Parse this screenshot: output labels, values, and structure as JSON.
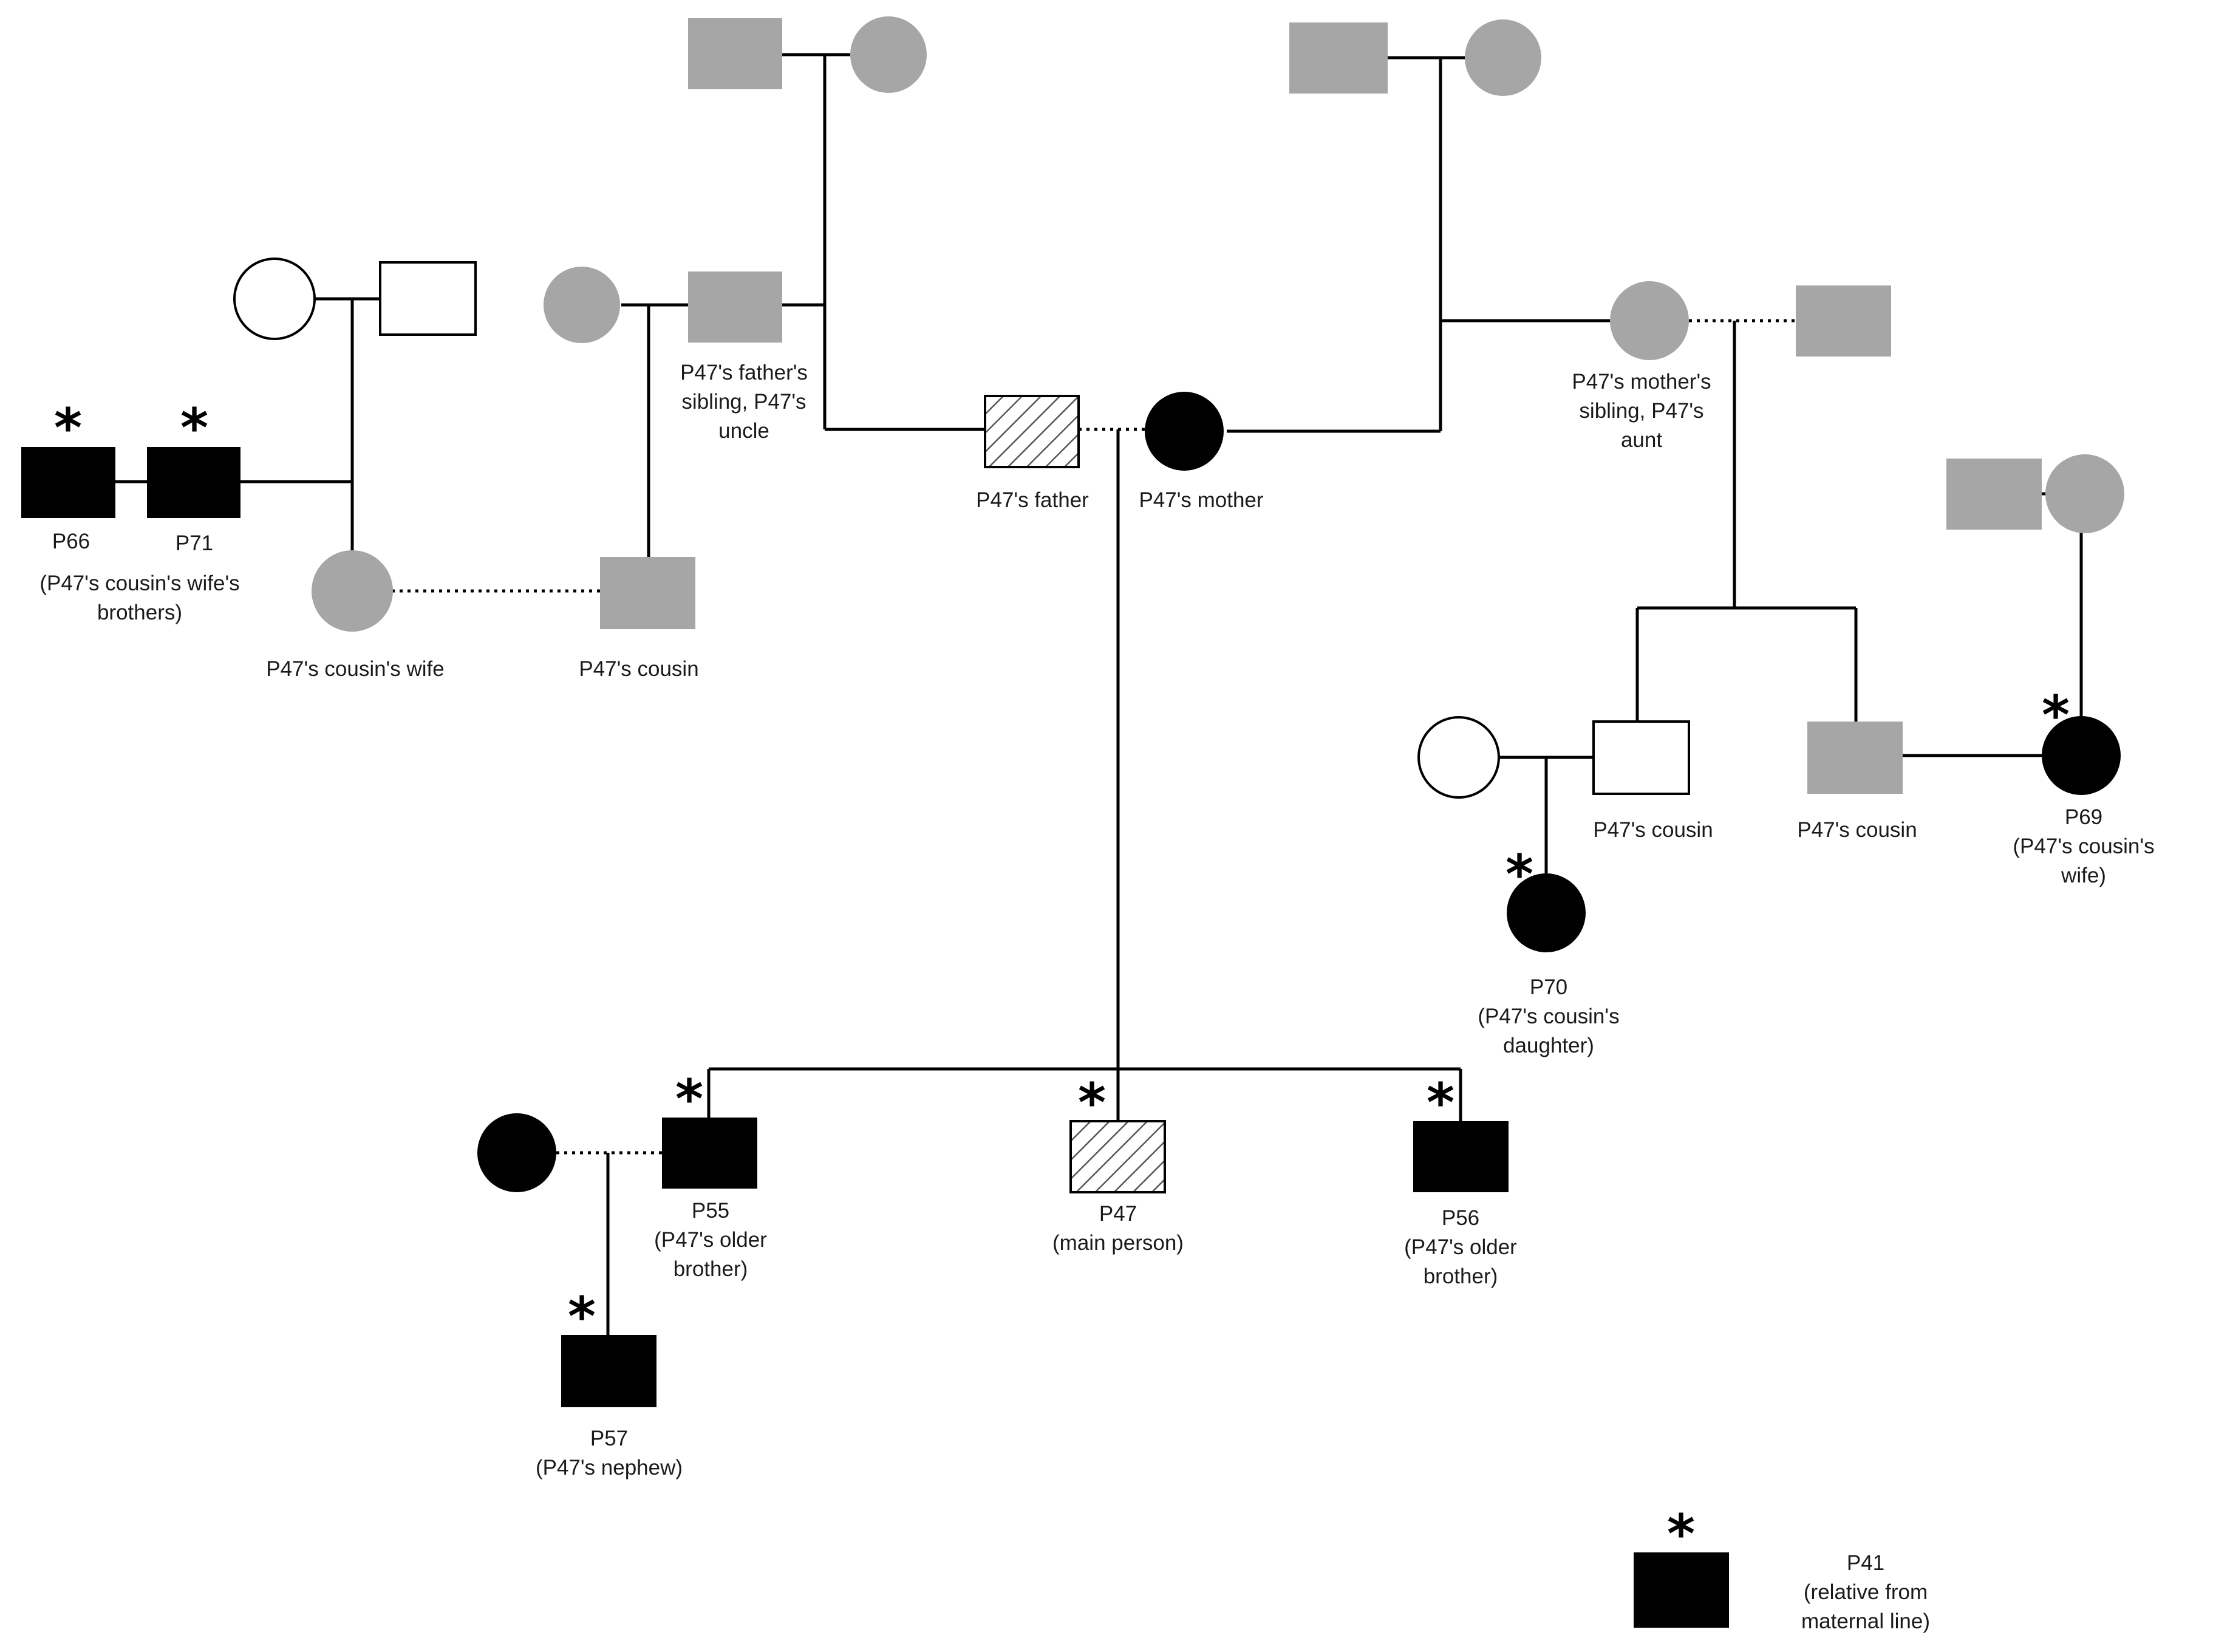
{
  "colors": {
    "affected": "#000000",
    "ancestor_gray": "#a6a6a6",
    "unaffected": "#ffffff",
    "line": "#000000",
    "hatch": "#555555"
  },
  "marker": "*",
  "labels": {
    "uncle": [
      "P47's father's",
      "sibling, P47's",
      "uncle"
    ],
    "father": [
      "P47's father"
    ],
    "mother": [
      "P47's mother"
    ],
    "aunt": [
      "P47's mother's",
      "sibling, P47's",
      "aunt"
    ],
    "p66": [
      "P66"
    ],
    "p71": [
      "P71"
    ],
    "p66_p71_note": [
      "(P47's cousin's wife's",
      "brothers)"
    ],
    "paternal_cousin_wife": [
      "P47's cousin's wife"
    ],
    "paternal_cousin": [
      "P47's cousin"
    ],
    "maternal_cousin_1": [
      "P47's cousin"
    ],
    "maternal_cousin_2": [
      "P47's cousin"
    ],
    "p69": [
      "P69",
      "(P47's cousin's",
      "wife)"
    ],
    "p70": [
      "P70",
      "(P47's cousin's",
      "daughter)"
    ],
    "p55": [
      "P55",
      "(P47's older",
      "brother)"
    ],
    "p47": [
      "P47",
      "(main person)"
    ],
    "p56": [
      "P56",
      "(P47's older",
      "brother)"
    ],
    "p57": [
      "P57",
      "(P47's nephew)"
    ],
    "legend": [
      "P41",
      "(relative from",
      "maternal line)"
    ]
  }
}
